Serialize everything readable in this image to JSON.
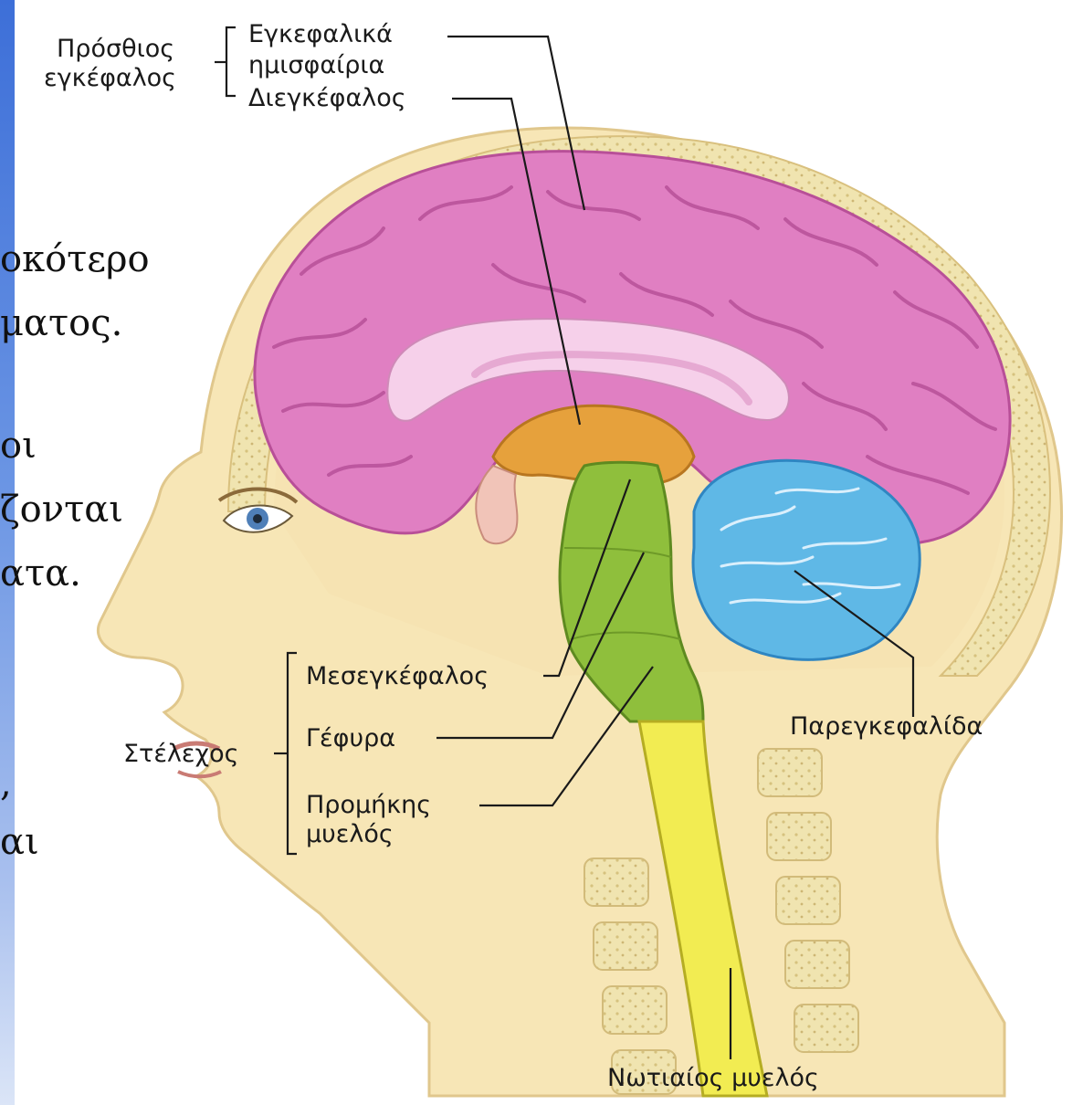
{
  "labels": {
    "forebrain": [
      "Πρόσθιος",
      "εγκέφαλος"
    ],
    "hemispheres": [
      "Εγκεφαλικά",
      "ημισφαίρια"
    ],
    "diencephalon": "Διεγκέφαλος",
    "midbrain": "Μεσεγκέφαλος",
    "pons": "Γέφυρα",
    "medulla": [
      "Προμήκης",
      "μυελός"
    ],
    "brainstem": "Στέλεχος",
    "cerebellum": "Παρεγκεφαλίδα",
    "spinal_cord": "Νωτιαίος μυελός"
  },
  "slide_text_fragments": [
    "οκότερο",
    "ματος.",
    "οι",
    "ζονται",
    "ατα.",
    ",",
    "αι"
  ],
  "colors": {
    "cerebrum": "#e07fc2",
    "corpus_callosum": "#f6d0ea",
    "diencephalon": "#e6a13c",
    "brainstem": "#8fbf3c",
    "cerebellum": "#5fb8e6",
    "spinal_cord": "#f2ec52",
    "skin": "#f7e6b6",
    "accent_bar": "#3d6fd8"
  }
}
